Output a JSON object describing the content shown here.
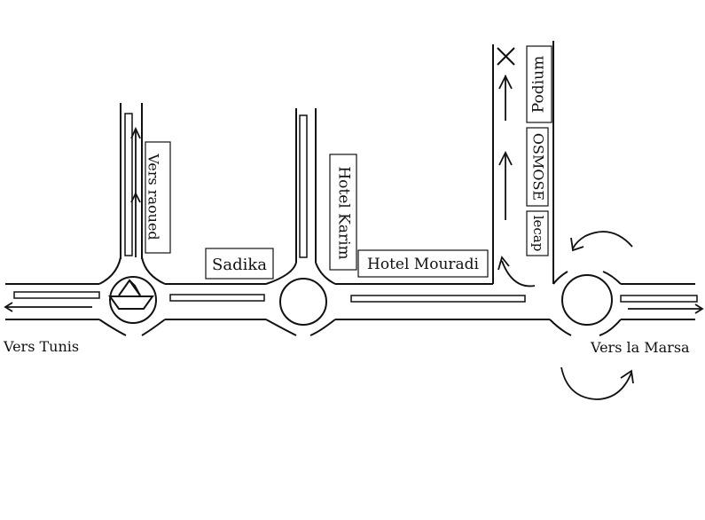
{
  "map": {
    "line_color": "#111111",
    "background": "#ffffff",
    "directions": {
      "west": "Vers Tunis",
      "east": "Vers la Marsa"
    },
    "places": {
      "raoued": "Vers raoued",
      "sadika": "Sadika",
      "hotel_karim": "Hotel Karim",
      "hotel_mouradi": "Hotel Mouradi",
      "podium": "Podium",
      "osmose": "OSMOSE",
      "lecap": "lecap"
    },
    "icons": [
      "cross-icon",
      "boat-monument-icon",
      "u-turn-arrow-icon"
    ]
  }
}
